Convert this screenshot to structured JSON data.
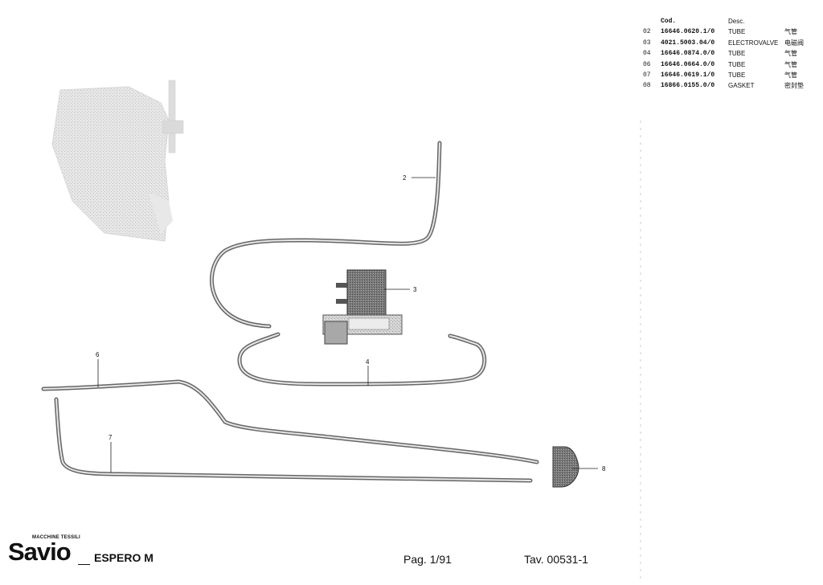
{
  "parts_table": {
    "header": {
      "code": "Cod.",
      "desc": "Desc."
    },
    "rows": [
      {
        "pos": "02",
        "code": "16646.0620.1/0",
        "desc": "TUBE",
        "desc_cn": "气管"
      },
      {
        "pos": "03",
        "code": "4021.5003.04/0",
        "desc": "ELECTROVALVE",
        "desc_cn": "电磁阀"
      },
      {
        "pos": "04",
        "code": "16646.0874.0/0",
        "desc": "TUBE",
        "desc_cn": "气管"
      },
      {
        "pos": "06",
        "code": "16646.0664.0/0",
        "desc": "TUBE",
        "desc_cn": "气管"
      },
      {
        "pos": "07",
        "code": "16646.0619.1/0",
        "desc": "TUBE",
        "desc_cn": "气管"
      },
      {
        "pos": "08",
        "code": "16866.0155.0/0",
        "desc": "GASKET",
        "desc_cn": "密封垫"
      }
    ]
  },
  "callouts": {
    "c2": "2",
    "c3": "3",
    "c4": "4",
    "c6": "6",
    "c7": "7",
    "c8": "8"
  },
  "footer": {
    "logo_small": "MACCHINE TESSILI",
    "logo_main": "Savio",
    "model": "ESPERO M",
    "page": "Pag. 1/91",
    "tav": "Tav. 00531-1"
  }
}
